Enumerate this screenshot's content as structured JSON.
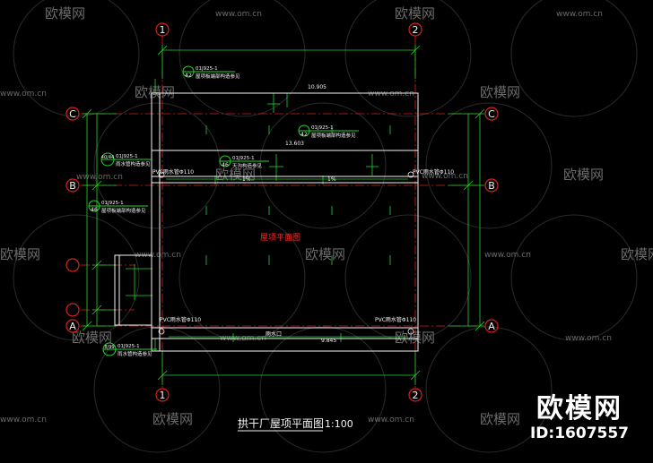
{
  "drawing": {
    "title": "拱干厂屋项平面图",
    "scale": "1:100",
    "center_label": "屋项平面图",
    "axis_numbers": {
      "one": "1",
      "two": "2"
    },
    "axis_letters": {
      "a": "A",
      "b": "B",
      "c": "C"
    },
    "dims": {
      "top_len": "10.905",
      "mid_len": "13.603",
      "bottom_len": "9.845"
    },
    "slope": "1%",
    "pipe_note": "PVC雨水管Φ110",
    "gutter_note": "雨水口",
    "callouts": [
      {
        "ref": "01J925-1",
        "num": "42",
        "desc": "屋项板端部构造参见"
      },
      {
        "ref": "01J925-1",
        "num": "42",
        "desc": "屋项板端部构造参见"
      },
      {
        "ref": "01J925-1",
        "num": "46",
        "desc": "天沟构造参见"
      },
      {
        "ref": "01J925-1",
        "num": "40/44",
        "desc": "雨水管构造参见"
      },
      {
        "ref": "01J925-1",
        "num": "46",
        "desc": "屋项板端部构造参见"
      },
      {
        "ref": "01J925-1",
        "num": "8/99",
        "desc": "雨水管构造参见"
      }
    ]
  },
  "watermark": {
    "site": "www.om.cn",
    "brand_small": "欧模网",
    "brand_large": "欧模网",
    "id_text": "ID:1607557"
  },
  "colors": {
    "background": "#000000",
    "line_white": "#f2f2f2",
    "line_green": "#22d32c",
    "axis_red": "#d6211d",
    "text_red": "#ff2a2a",
    "watermark": "#6a6a6a"
  }
}
